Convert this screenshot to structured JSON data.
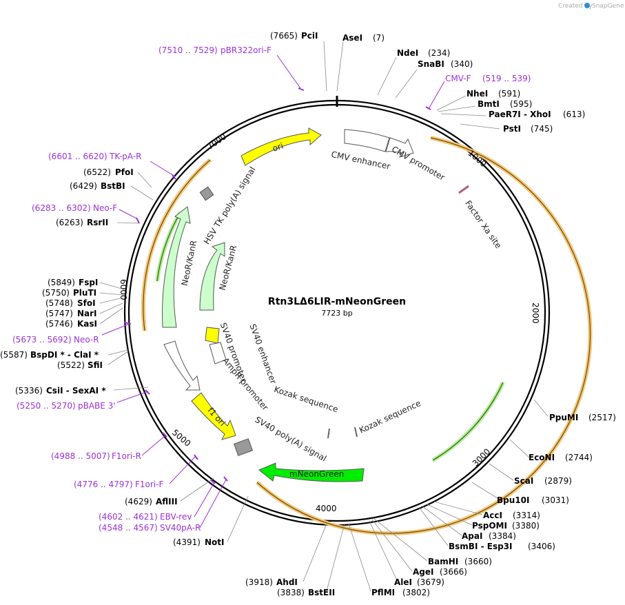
{
  "plasmid": {
    "name": "Rtn3LΔ6LIR-mNeonGreen",
    "length": "7723 bp"
  },
  "credit": {
    "created_by": "Created by",
    "brand": "SnapGene"
  },
  "ticks": [
    "1000",
    "2000",
    "3000",
    "4000",
    "5000",
    "6000",
    "7000"
  ],
  "sites": [
    {
      "pos": "(7665)",
      "name": "PciI"
    },
    {
      "pos": "(7)",
      "name": "AseI"
    },
    {
      "pos": "(234)",
      "name": "NdeI"
    },
    {
      "pos": "(340)",
      "name": "SnaBI"
    },
    {
      "pos": "(591)",
      "name": "NheI"
    },
    {
      "pos": "(595)",
      "name": "BmtI"
    },
    {
      "pos": "(613)",
      "name": "PaeR7I - XhoI"
    },
    {
      "pos": "(745)",
      "name": "PstI"
    },
    {
      "pos": "(2517)",
      "name": "PpuMI"
    },
    {
      "pos": "(2744)",
      "name": "EcoNI"
    },
    {
      "pos": "(2879)",
      "name": "ScaI"
    },
    {
      "pos": "(3031)",
      "name": "Bpu10I"
    },
    {
      "pos": "(3314)",
      "name": "AccI"
    },
    {
      "pos": "(3380)",
      "name": "PspOMI"
    },
    {
      "pos": "(3384)",
      "name": "ApaI"
    },
    {
      "pos": "(3406)",
      "name": "BsmBI - Esp3I"
    },
    {
      "pos": "(3660)",
      "name": "BamHI"
    },
    {
      "pos": "(3666)",
      "name": "AgeI"
    },
    {
      "pos": "(3679)",
      "name": "AleI"
    },
    {
      "pos": "(3802)",
      "name": "PflMI"
    },
    {
      "pos": "(3838)",
      "name": "BstEII"
    },
    {
      "pos": "(3918)",
      "name": "AhdI"
    },
    {
      "pos": "(4391)",
      "name": "NotI"
    },
    {
      "pos": "(4629)",
      "name": "AflIII"
    },
    {
      "pos": "(5336)",
      "name": "CsiI - SexAI *"
    },
    {
      "pos": "(5522)",
      "name": "SfiI"
    },
    {
      "pos": "(5587)",
      "name": "BspDI * - ClaI *"
    },
    {
      "pos": "(5746)",
      "name": "KasI"
    },
    {
      "pos": "(5747)",
      "name": "NarI"
    },
    {
      "pos": "(5748)",
      "name": "SfoI"
    },
    {
      "pos": "(5750)",
      "name": "PluTI"
    },
    {
      "pos": "(5849)",
      "name": "FspI"
    },
    {
      "pos": "(6263)",
      "name": "RsrII"
    },
    {
      "pos": "(6429)",
      "name": "BstBI"
    },
    {
      "pos": "(6522)",
      "name": "PfoI"
    }
  ],
  "primers": [
    {
      "range": "(7510 .. 7529)",
      "name": "pBR322ori-F"
    },
    {
      "range": "(519 .. 539)",
      "name": "CMV-F"
    },
    {
      "range": "(6601 .. 6620)",
      "name": "TK-pA-R"
    },
    {
      "range": "(6283 .. 6302)",
      "name": "Neo-F"
    },
    {
      "range": "(5673 .. 5692)",
      "name": "Neo-R"
    },
    {
      "range": "(5250 .. 5270)",
      "name": "pBABE 3'"
    },
    {
      "range": "(4988 .. 5007)",
      "name": "F1ori-R"
    },
    {
      "range": "(4776 .. 4797)",
      "name": "F1ori-F"
    },
    {
      "range": "(4602 .. 4621)",
      "name": "EBV-rev"
    },
    {
      "range": "(4548 .. 4567)",
      "name": "SV40pA-R"
    }
  ],
  "features": [
    {
      "name": "ori",
      "color": "#ffff00"
    },
    {
      "name": "CMV enhancer",
      "color": "#ffffff"
    },
    {
      "name": "CMV promoter",
      "color": "#ffffff"
    },
    {
      "name": "Factor Xa site",
      "color": "#b06070"
    },
    {
      "name": "HSV TK poly(A) signal",
      "color": "#999999"
    },
    {
      "name": "NeoR/KanR",
      "color": "#ccffcc"
    },
    {
      "name": "NeoR/KanR",
      "color": "#ccffcc"
    },
    {
      "name": "SV40 enhancer",
      "color": "#ffff00"
    },
    {
      "name": "SV40 promoter",
      "color": "#ffffff"
    },
    {
      "name": "AmpR promoter",
      "color": "#ffffff"
    },
    {
      "name": "f1 ori",
      "color": "#ffff00"
    },
    {
      "name": "SV40 poly(A) signal",
      "color": "#999999"
    },
    {
      "name": "Kozak sequence",
      "color": "#888888"
    },
    {
      "name": "Kozak sequence",
      "color": "#888888"
    },
    {
      "name": "mNeonGreen",
      "color": "#00ee00"
    }
  ],
  "colors": {
    "primer": "#9b30d9",
    "orange_band": "#f5a623",
    "insert": "#2e8b00"
  }
}
